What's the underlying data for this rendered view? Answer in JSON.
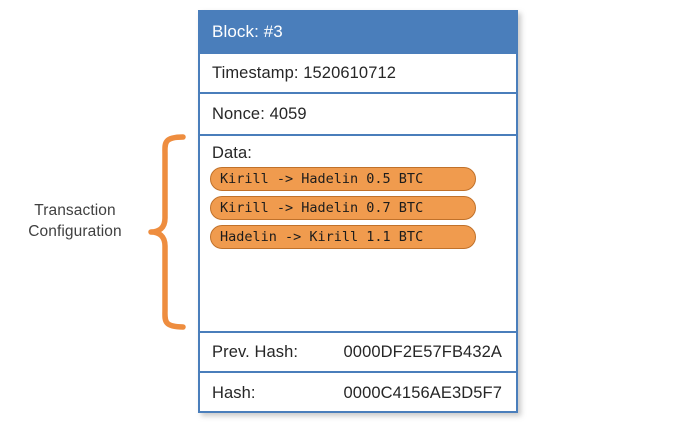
{
  "annotation": {
    "label": "Transaction\nConfiguration",
    "brace_color": "#ee8d3f"
  },
  "block": {
    "header_label": "Block: #3",
    "rows": [
      {
        "label": "Timestamp: 1520610712"
      },
      {
        "label": "Nonce: 4059"
      }
    ],
    "data_label": "Data:",
    "transactions": [
      {
        "text": "Kirill -> Hadelin 0.5 BTC"
      },
      {
        "text": "Kirill -> Hadelin 0.7 BTC"
      },
      {
        "text": "Hadelin -> Kirill 1.1 BTC"
      }
    ],
    "prev_hash": {
      "key": "Prev. Hash:",
      "value": "0000DF2E57FB432A"
    },
    "hash": {
      "key": "Hash:",
      "value": "0000C4156AE3D5F7"
    },
    "colors": {
      "header_bg": "#4a7ebb",
      "border": "#4a7ebb",
      "pill_fill": "#f09b4e",
      "pill_border": "#c0712a",
      "background": "#ffffff"
    }
  }
}
